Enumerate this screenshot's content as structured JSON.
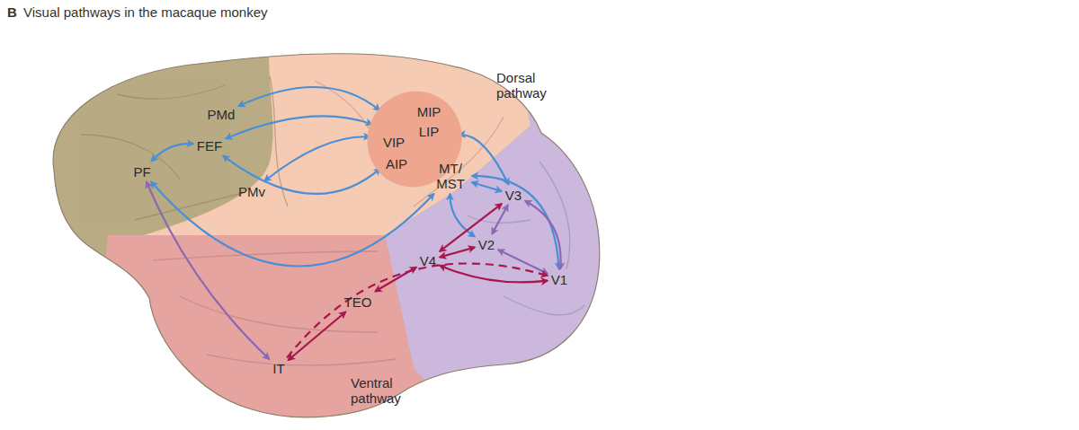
{
  "diagram": {
    "title": "Visual pathways in the macaque monkey",
    "nodes": [
      {
        "text": [
          "PMd"
        ]
      },
      {
        "text": [
          "MIP",
          "LIP",
          "VIP",
          "AIP"
        ]
      },
      {
        "text": [
          "FEF"
        ]
      },
      {
        "text": [
          "PF"
        ]
      },
      {
        "text": [
          "PMv"
        ]
      },
      {
        "text": [
          "MT/ MST"
        ]
      },
      {
        "text": [
          "V3"
        ]
      },
      {
        "text": [
          "V2"
        ]
      },
      {
        "text": [
          "V4"
        ]
      },
      {
        "text": [
          "V1"
        ]
      },
      {
        "text": [
          "TEO"
        ]
      },
      {
        "text": [
          "IT"
        ]
      }
    ],
    "edges": [
      {
        "from": 0,
        "to": 1,
        "arrow": "both"
      },
      {
        "from": 2,
        "to": 1,
        "arrow": "both"
      },
      {
        "from": 2,
        "to": 1,
        "arrow": "both"
      },
      {
        "from": 4,
        "to": 1,
        "arrow": "both"
      },
      {
        "from": 3,
        "to": 2,
        "arrow": "both"
      },
      {
        "from": 3,
        "to": 5,
        "arrow": "both"
      },
      {
        "from": 1,
        "to": 6,
        "arrow": "both"
      },
      {
        "from": 5,
        "to": 6,
        "arrow": "both"
      },
      {
        "from": 5,
        "to": 9,
        "arrow": "both"
      },
      {
        "from": 5,
        "to": 7,
        "arrow": "both"
      },
      {
        "from": 6,
        "to": 7,
        "arrow": "both"
      },
      {
        "from": 7,
        "to": 9,
        "arrow": "both"
      },
      {
        "from": 6,
        "to": 9,
        "arrow": "both"
      },
      {
        "from": 6,
        "to": 8,
        "arrow": "both"
      },
      {
        "from": 7,
        "to": 8,
        "arrow": "both"
      },
      {
        "from": 8,
        "to": 9,
        "arrow": "both"
      },
      {
        "from": 8,
        "to": 10,
        "arrow": "both"
      },
      {
        "from": 10,
        "to": 11,
        "arrow": "both"
      },
      {
        "from": 11,
        "to": 9,
        "arrow": "to"
      },
      {
        "from": 3,
        "to": 11,
        "arrow": "both"
      }
    ],
    "labels": [
      "B",
      "Dorsal pathway",
      "Ventral pathway"
    ]
  }
}
